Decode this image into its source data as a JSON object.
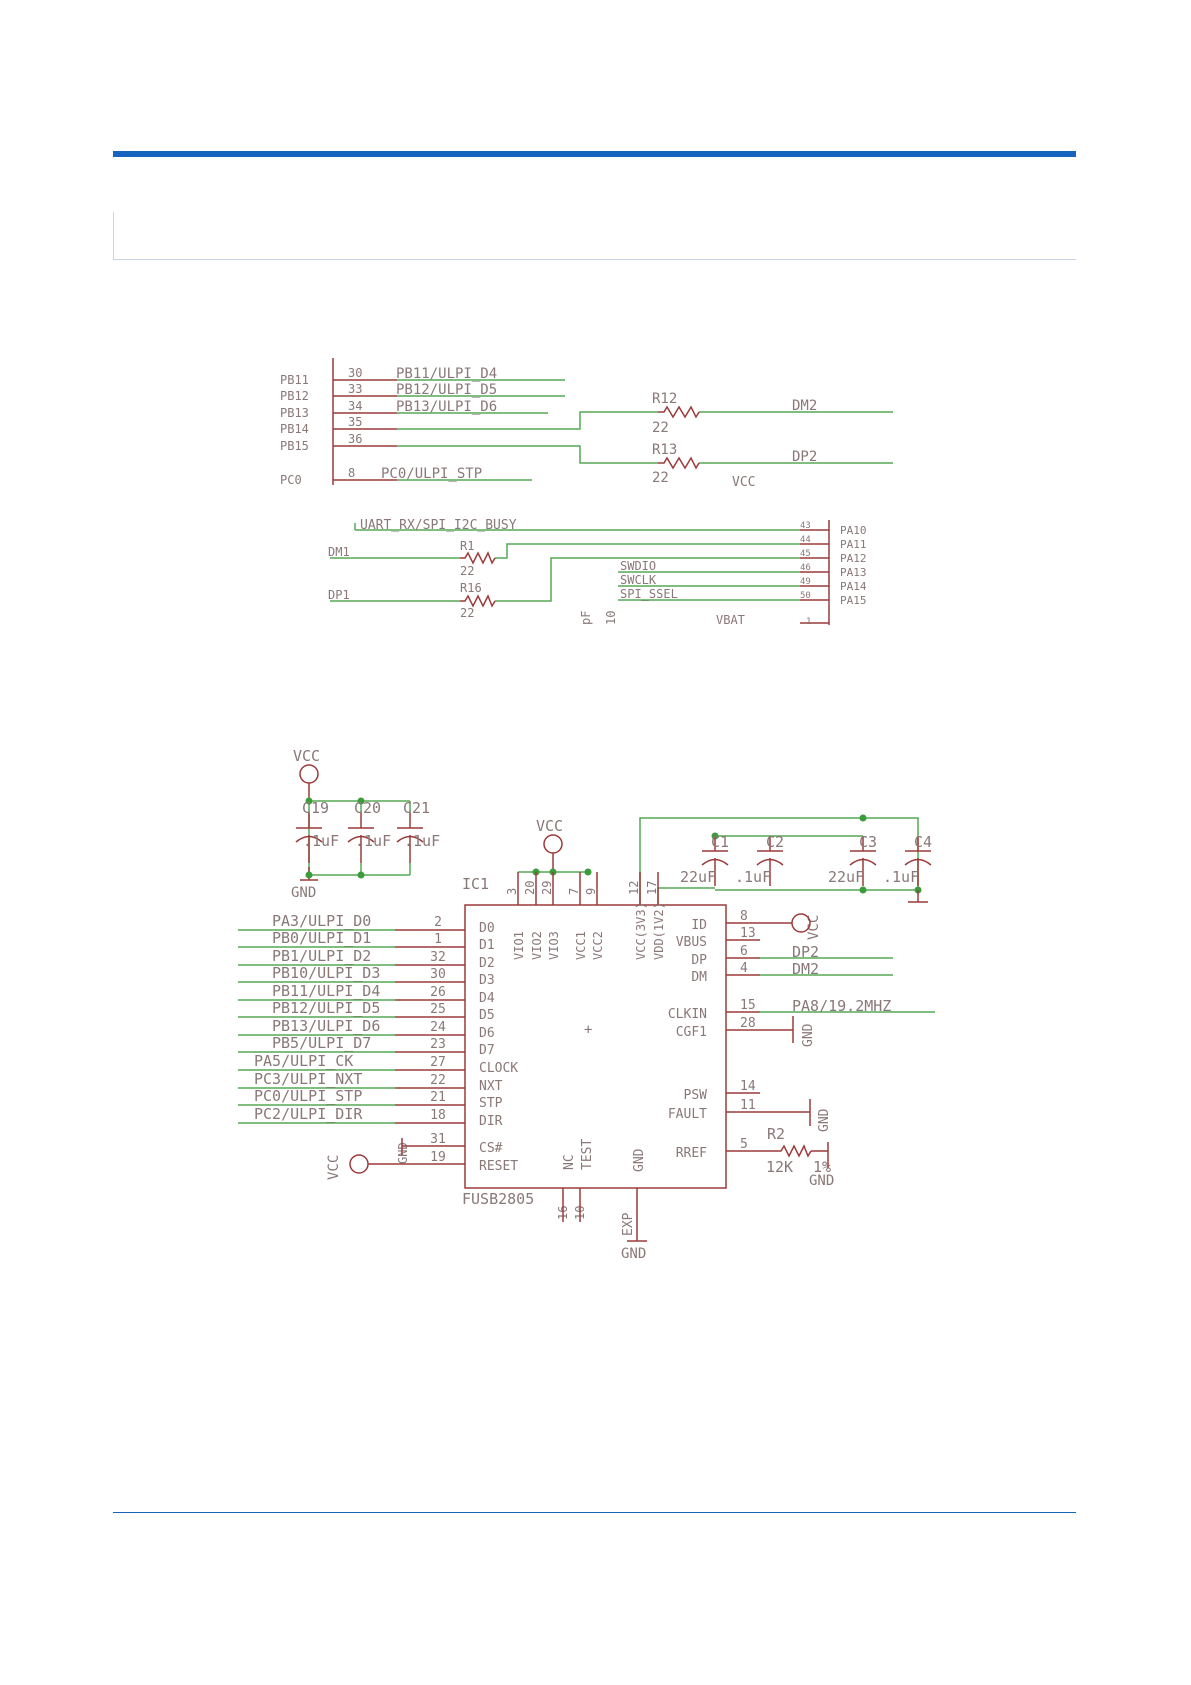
{
  "snippet1": {
    "pins": [
      {
        "port": "PB11",
        "num": "30",
        "net": "PB11/ULPI_D4"
      },
      {
        "port": "PB12",
        "num": "33",
        "net": "PB12/ULPI_D5"
      },
      {
        "port": "PB13",
        "num": "34",
        "net": "PB13/ULPI_D6"
      },
      {
        "port": "PB14",
        "num": "35",
        "net": ""
      },
      {
        "port": "PB15",
        "num": "36",
        "net": ""
      },
      {
        "port": "PC0",
        "num": "8",
        "net": "PC0/ULPI_STP"
      }
    ],
    "r12": {
      "ref": "R12",
      "value": "22",
      "net": "DM2"
    },
    "r13": {
      "ref": "R13",
      "value": "22",
      "net": "DP2"
    },
    "cut": "VCC"
  },
  "snippet2": {
    "top_net": "UART_RX/SPI_I2C_BUSY",
    "r1": {
      "ref": "R1",
      "value": "22",
      "net": "DM1"
    },
    "r16": {
      "ref": "R16",
      "value": "22",
      "net": "DP1"
    },
    "nets": [
      "SWDIO",
      "SWCLK",
      "SPI_SSEL"
    ],
    "pins": [
      {
        "num": "43",
        "port": "PA10"
      },
      {
        "num": "44",
        "port": "PA11"
      },
      {
        "num": "45",
        "port": "PA12"
      },
      {
        "num": "46",
        "port": "PA13"
      },
      {
        "num": "49",
        "port": "PA14"
      },
      {
        "num": "50",
        "port": "PA15"
      }
    ],
    "frag_pf": "pF",
    "frag_10": "10",
    "vbat": "VBAT",
    "vbat_num": "1"
  },
  "schematic": {
    "vcc": "VCC",
    "gnd": "GND",
    "decoupling": [
      {
        "ref": "C19",
        "value": ".1uF"
      },
      {
        "ref": "C20",
        "value": ".1uF"
      },
      {
        "ref": "C21",
        "value": ".1uF"
      }
    ],
    "caps_right": [
      {
        "ref": "C1",
        "value": "22uF"
      },
      {
        "ref": "C2",
        "value": ".1uF"
      },
      {
        "ref": "C3",
        "value": "22uF"
      },
      {
        "ref": "C4",
        "value": ".1uF"
      }
    ],
    "ic_ref": "IC1",
    "ic_part": "FUSB2805",
    "top_pins": [
      {
        "num": "3",
        "name": "VIO1"
      },
      {
        "num": "20",
        "name": "VIO2"
      },
      {
        "num": "29",
        "name": "VIO3"
      },
      {
        "num": "7",
        "name": "VCC1"
      },
      {
        "num": "9",
        "name": "VCC2"
      },
      {
        "num": "12",
        "name": "VCC(3V3)"
      },
      {
        "num": "17",
        "name": "VDD(1V2)"
      }
    ],
    "left_pins": [
      {
        "net": "PA3/ULPI_D0",
        "num": "2",
        "name": "D0"
      },
      {
        "net": "PB0/ULPI_D1",
        "num": "1",
        "name": "D1"
      },
      {
        "net": "PB1/ULPI_D2",
        "num": "32",
        "name": "D2"
      },
      {
        "net": "PB10/ULPI_D3",
        "num": "30",
        "name": "D3"
      },
      {
        "net": "PB11/ULPI_D4",
        "num": "26",
        "name": "D4"
      },
      {
        "net": "PB12/ULPI_D5",
        "num": "25",
        "name": "D5"
      },
      {
        "net": "PB13/ULPI_D6",
        "num": "24",
        "name": "D6"
      },
      {
        "net": "PB5/ULPI_D7",
        "num": "23",
        "name": "D7"
      },
      {
        "net": "PA5/ULPI_CK",
        "num": "27",
        "name": "CLOCK"
      },
      {
        "net": "PC3/ULPI_NXT",
        "num": "22",
        "name": "NXT"
      },
      {
        "net": "PC0/ULPI_STP",
        "num": "21",
        "name": "STP"
      },
      {
        "net": "PC2/ULPI_DIR",
        "num": "18",
        "name": "DIR"
      }
    ],
    "cs_pin": {
      "num": "31",
      "name": "CS#"
    },
    "reset_pin": {
      "num": "19",
      "name": "RESET"
    },
    "right_pins": [
      {
        "num": "8",
        "name": "ID",
        "net": "VCC"
      },
      {
        "num": "13",
        "name": "VBUS",
        "net": ""
      },
      {
        "num": "6",
        "name": "DP",
        "net": "DP2"
      },
      {
        "num": "4",
        "name": "DM",
        "net": "DM2"
      },
      {
        "num": "15",
        "name": "CLKIN",
        "net": "PA8/19.2MHZ"
      },
      {
        "num": "28",
        "name": "CGF1",
        "net": "GND"
      },
      {
        "num": "14",
        "name": "PSW",
        "net": ""
      },
      {
        "num": "11",
        "name": "FAULT",
        "net": "GND"
      },
      {
        "num": "5",
        "name": "RREF",
        "net": ""
      }
    ],
    "r2": {
      "ref": "R2",
      "value": "12K",
      "pct": "1%"
    },
    "bottom_pins": [
      {
        "num": "16",
        "name": "NC"
      },
      {
        "num": "10",
        "name": "TEST"
      },
      {
        "num": "",
        "name": "GND"
      }
    ],
    "exp": "EXP"
  }
}
